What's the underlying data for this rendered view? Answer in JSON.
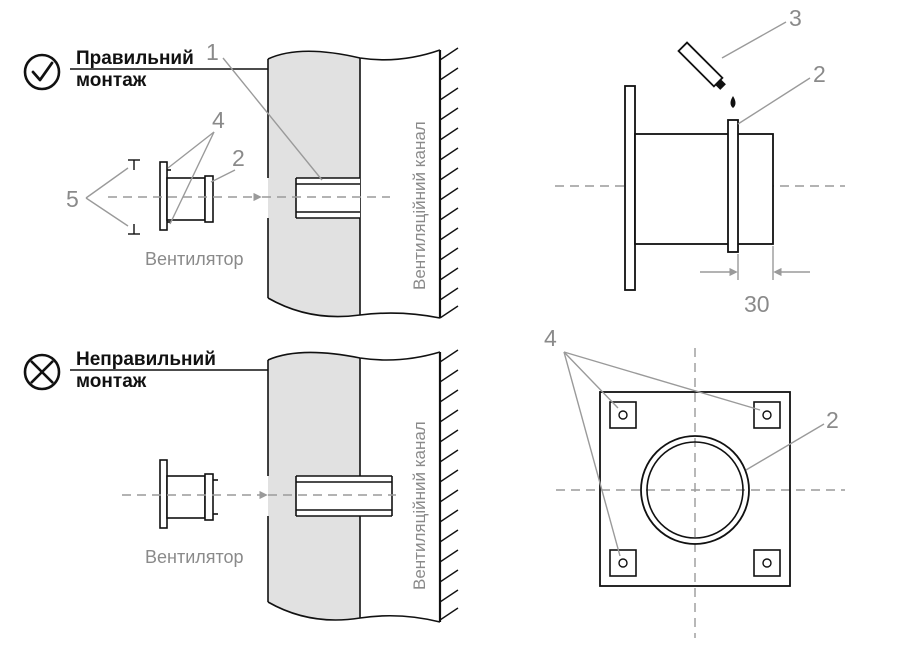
{
  "correct_mount": {
    "title_line1": "Правильний",
    "title_line2": "монтаж",
    "status_icon": "check-circle-icon",
    "fan_label": "Вентилятор",
    "canal_label": "Вентиляційний канал",
    "callouts": [
      "1",
      "2",
      "4",
      "5"
    ]
  },
  "incorrect_mount": {
    "title_line1": "Неправильний",
    "title_line2": "монтаж",
    "status_icon": "cross-circle-icon",
    "fan_label": "Вентилятор",
    "canal_label": "Вентиляційний канал"
  },
  "side_view": {
    "callouts": [
      "3",
      "2"
    ],
    "dimension": "30"
  },
  "front_view": {
    "callouts": [
      "4",
      "2"
    ]
  },
  "colors": {
    "wall_fill": "#e1e1e1",
    "line": "#111111",
    "annotation": "#8a8a8a"
  }
}
